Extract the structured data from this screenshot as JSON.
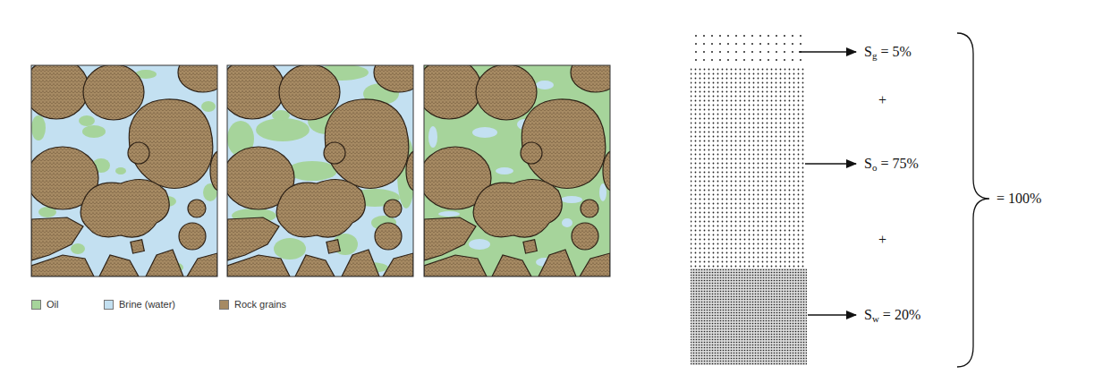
{
  "diagram": {
    "labels": [
      "Sg = 5%",
      "+",
      "So = 75%",
      "+",
      "Sw = 20%",
      "= 100%"
    ],
    "legend": [
      {
        "text": "Oil",
        "color": "#a6d49b"
      },
      {
        "text": "Brine (water)",
        "color": "#c3e0f1"
      },
      {
        "text": "Rock grains",
        "color": "#a68a63"
      }
    ]
  }
}
